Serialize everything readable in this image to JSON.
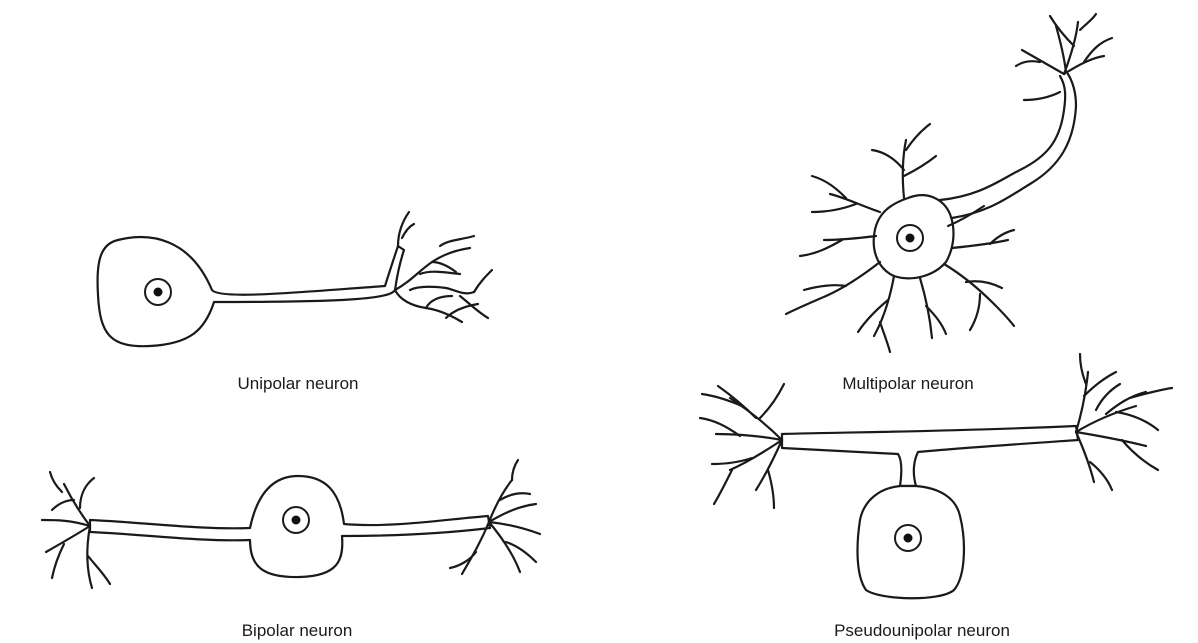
{
  "labels": {
    "unipolar": "Unipolar neuron",
    "multipolar": "Multipolar neuron",
    "bipolar": "Bipolar neuron",
    "pseudounipolar": "Pseudounipolar neuron"
  },
  "colors": {
    "ink": "#1a1a1a",
    "background": "#ffffff"
  }
}
